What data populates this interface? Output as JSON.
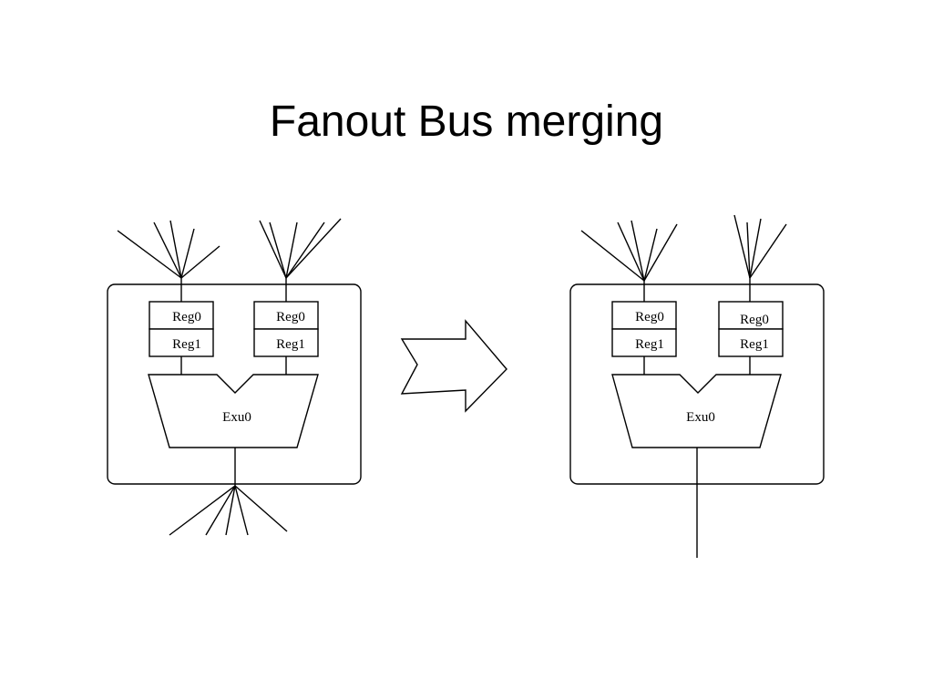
{
  "title": "Fanout Bus merging",
  "before": {
    "cluster_left": {
      "reg_top": "Reg0",
      "reg_bottom": "Reg1"
    },
    "cluster_right": {
      "reg_top": "Reg0",
      "reg_bottom": "Reg1"
    },
    "exu_label": "Exu0"
  },
  "after": {
    "cluster_left": {
      "reg_top": "Reg0",
      "reg_bottom": "Reg1"
    },
    "cluster_right": {
      "reg_top": "Reg0",
      "reg_bottom": "Reg1"
    },
    "exu_label": "Exu0"
  },
  "colors": {
    "stroke": "#000000",
    "background": "#ffffff"
  }
}
